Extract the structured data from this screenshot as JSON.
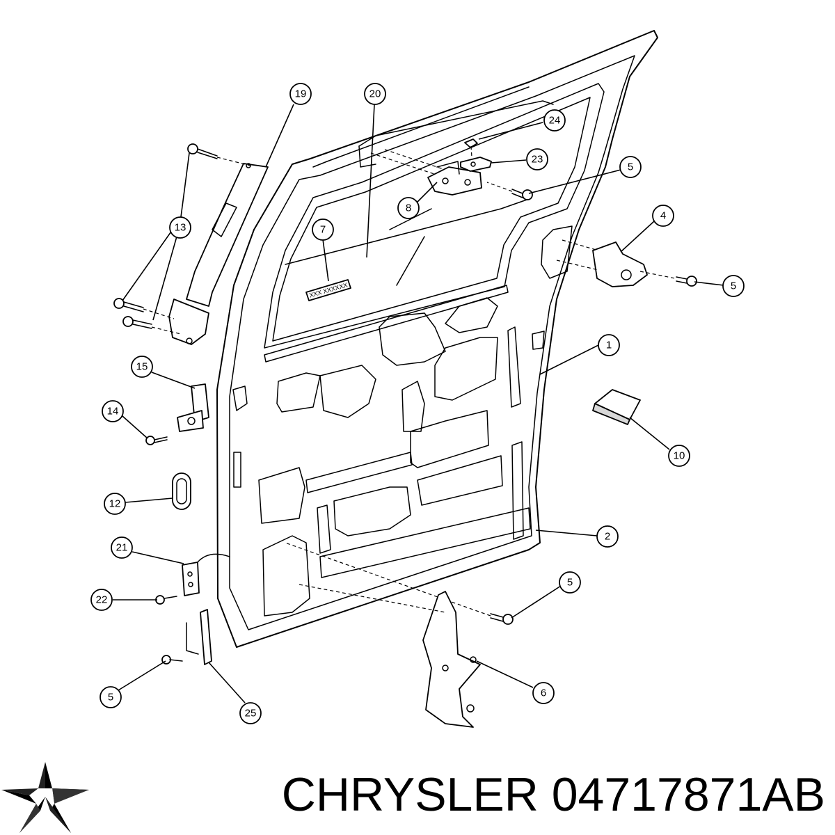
{
  "diagram": {
    "callouts": [
      {
        "id": "c1",
        "label": "1"
      },
      {
        "id": "c2",
        "label": "2"
      },
      {
        "id": "c4",
        "label": "4"
      },
      {
        "id": "c5a",
        "label": "5"
      },
      {
        "id": "c5b",
        "label": "5"
      },
      {
        "id": "c5c",
        "label": "5"
      },
      {
        "id": "c5d",
        "label": "5"
      },
      {
        "id": "c6",
        "label": "6"
      },
      {
        "id": "c7",
        "label": "7"
      },
      {
        "id": "c8",
        "label": "8"
      },
      {
        "id": "c10",
        "label": "10"
      },
      {
        "id": "c12",
        "label": "12"
      },
      {
        "id": "c13",
        "label": "13"
      },
      {
        "id": "c14",
        "label": "14"
      },
      {
        "id": "c15",
        "label": "15"
      },
      {
        "id": "c19",
        "label": "19"
      },
      {
        "id": "c20",
        "label": "20"
      },
      {
        "id": "c21",
        "label": "21"
      },
      {
        "id": "c22",
        "label": "22"
      },
      {
        "id": "c23",
        "label": "23"
      },
      {
        "id": "c24",
        "label": "24"
      },
      {
        "id": "c25",
        "label": "25"
      }
    ],
    "vin_label": "XXX XXXXXX"
  },
  "brand": {
    "caption": "CHRYSLER 04717871AB",
    "logo_icon": "chrysler-pentastar-icon",
    "logo_color": "#000000"
  }
}
